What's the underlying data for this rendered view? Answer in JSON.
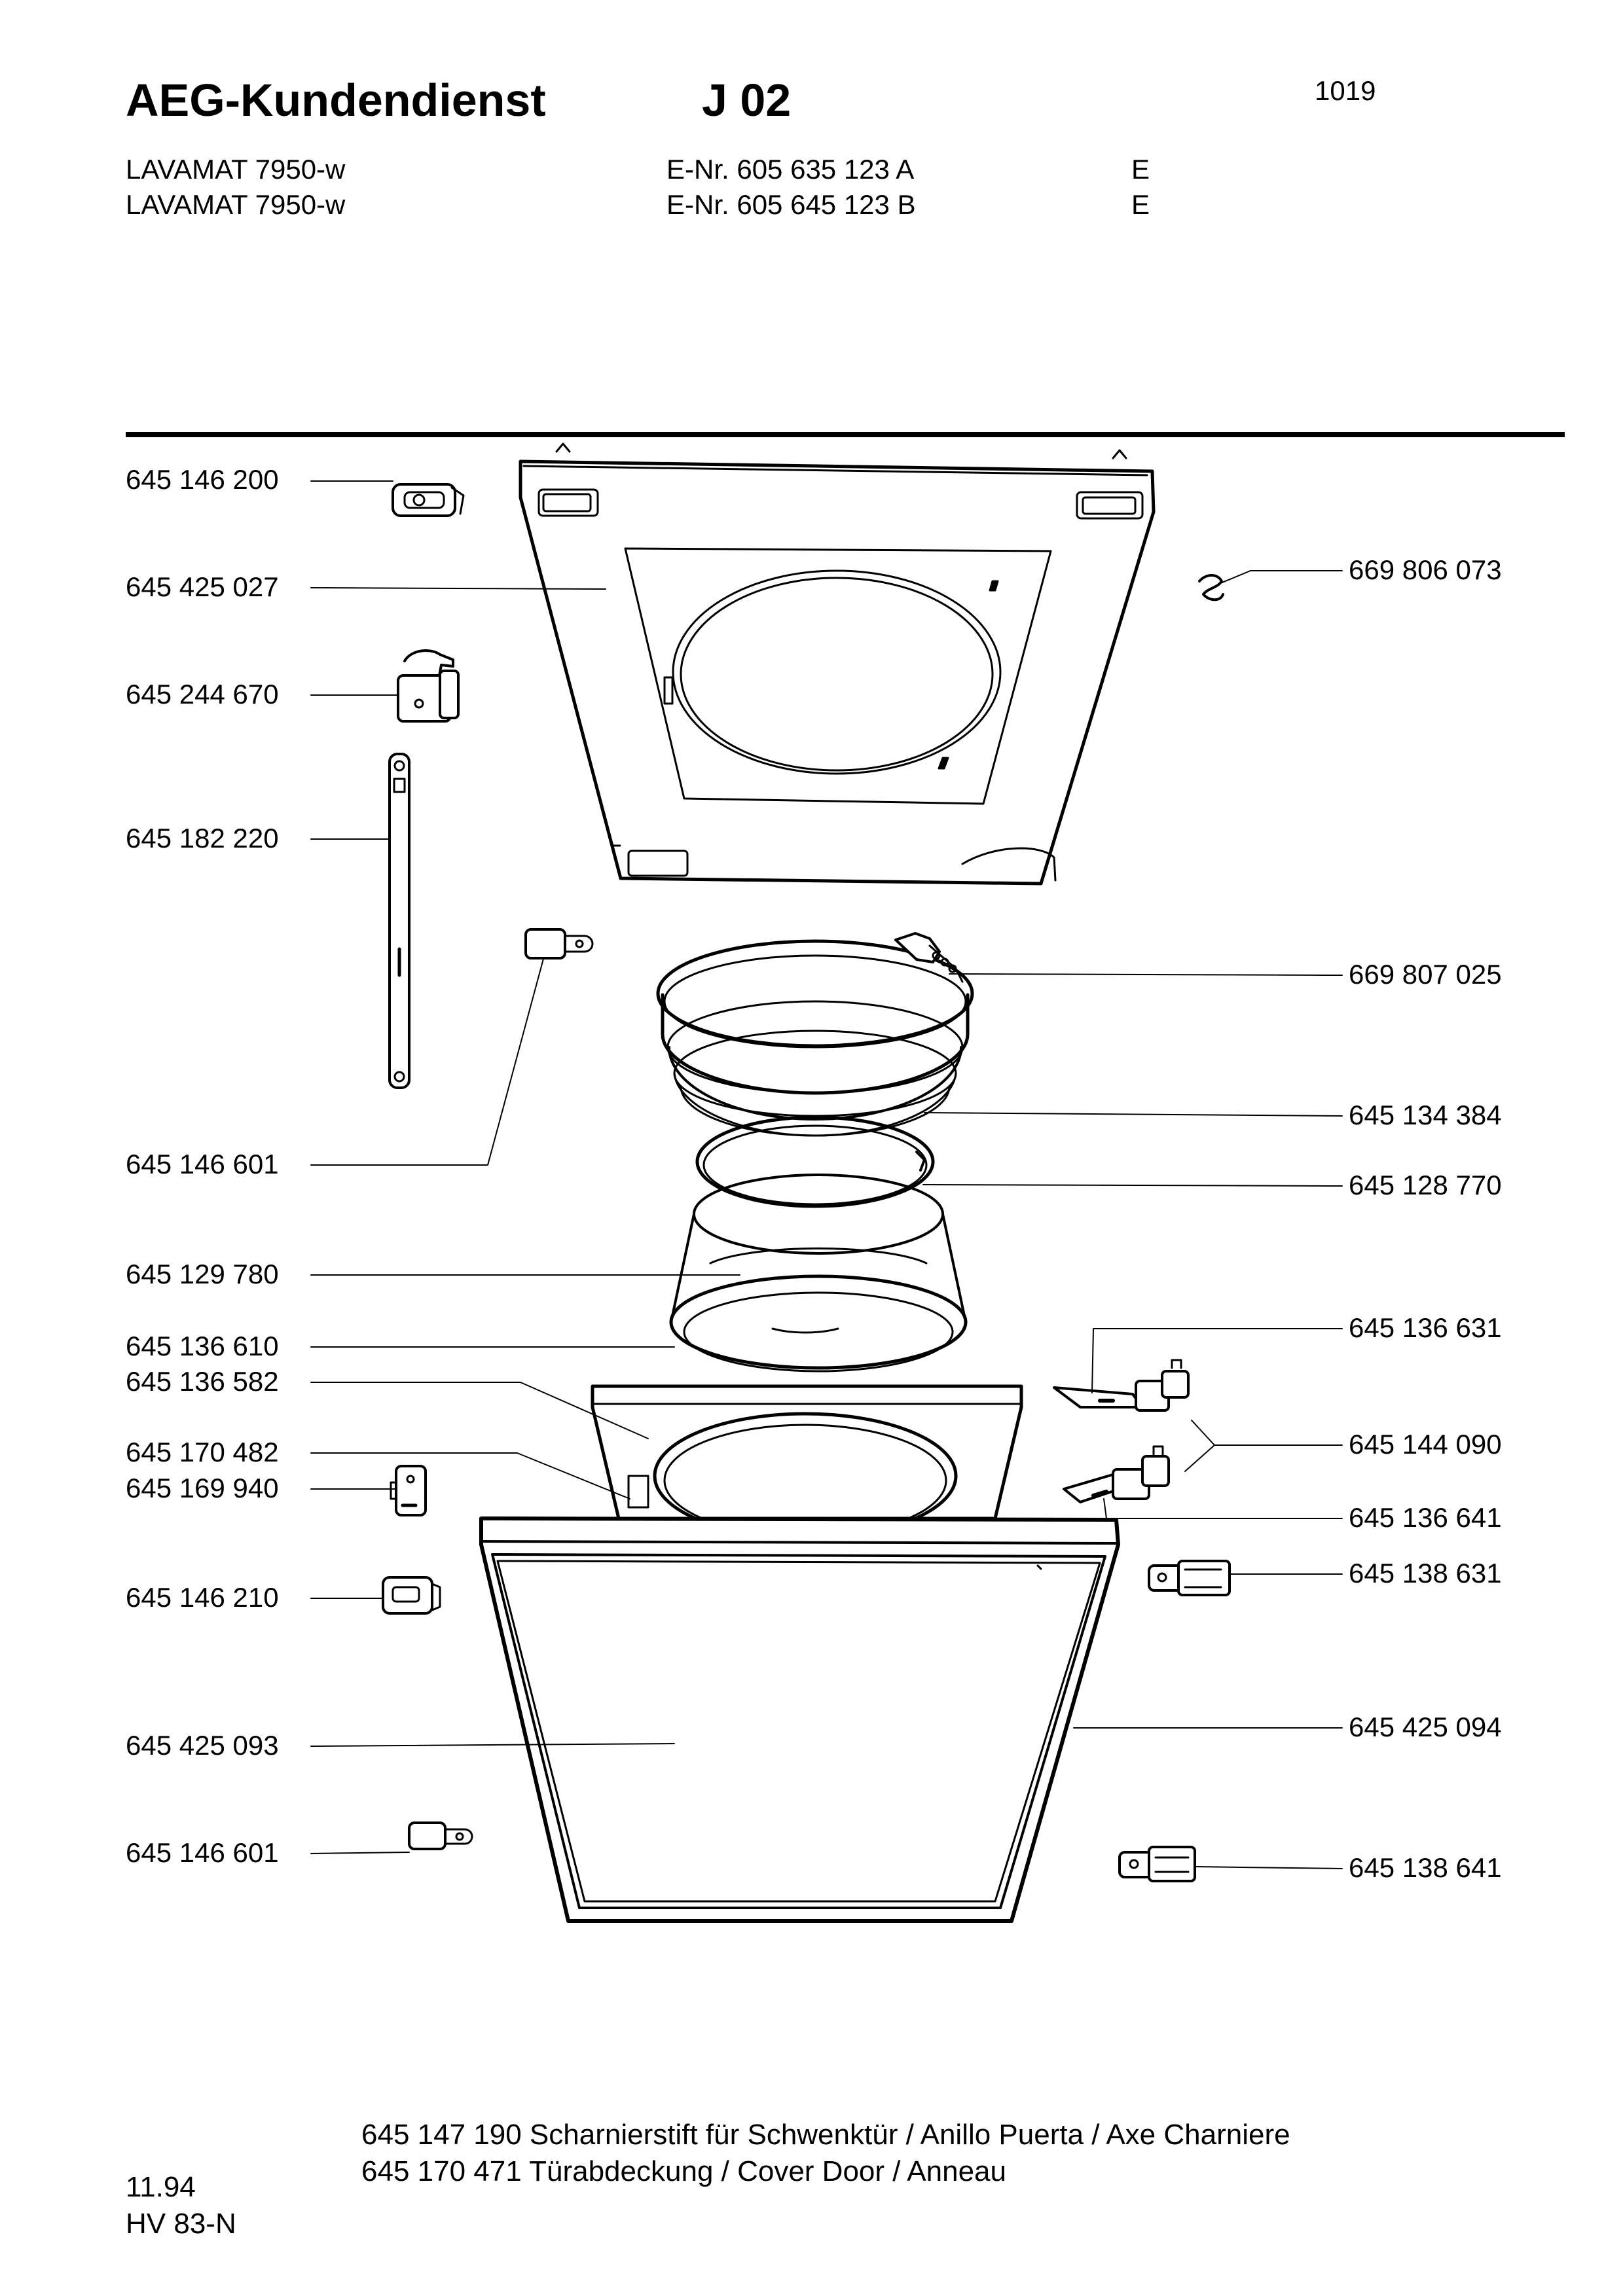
{
  "header": {
    "brand": "AEG-Kundendienst",
    "section": "J 02",
    "page_number": "1019",
    "models": [
      {
        "name": "LAVAMAT 7950-w",
        "enr": "E-Nr. 605 635 123 A",
        "variant": "E"
      },
      {
        "name": "LAVAMAT 7950-w",
        "enr": "E-Nr. 605 645 123 B",
        "variant": "E"
      }
    ]
  },
  "parts_left": [
    "645 146 200",
    "645 425 027",
    "645 244 670",
    "645 182 220",
    "645 146 601",
    "645 129 780",
    "645 136 610",
    "645 136 582",
    "645 170 482",
    "645 169 940",
    "645 146 210",
    "645 425 093",
    "645 146 601"
  ],
  "parts_right": [
    "669 806 073",
    "669 807 025",
    "645 134 384",
    "645 128 770",
    "645 136 631",
    "645 144 090",
    "645 136 641",
    "645 138 631",
    "645 425 094",
    "645 138 641"
  ],
  "footer": {
    "notes": [
      "645 147 190 Scharnierstift für Schwenktür / Anillo Puerta / Axe Charniere",
      "645 170 471 Türabdeckung / Cover Door / Anneau"
    ],
    "date": "11.94",
    "doc_code": "HV 83-N"
  }
}
